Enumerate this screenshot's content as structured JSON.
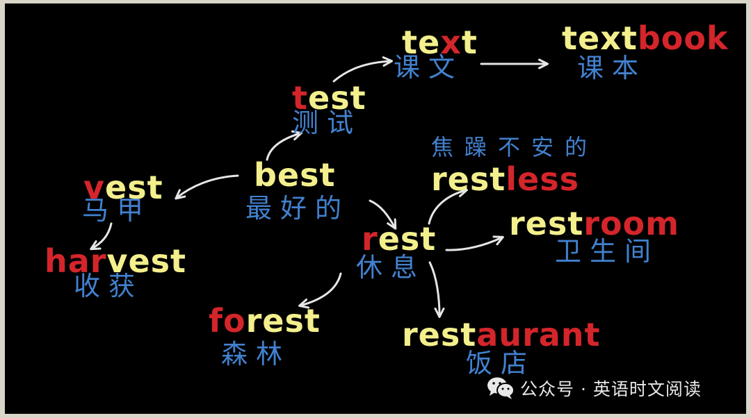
{
  "colors": {
    "frame": "#d9d5c9",
    "background": "#000000",
    "word_main": "#f3ef8c",
    "word_highlight": "#d4252b",
    "meaning": "#4281cf",
    "arrow": "#e6e6e6",
    "watermark": "#e8e8e8"
  },
  "nodes": {
    "text": {
      "parts": [
        {
          "text": "te",
          "highlight": false
        },
        {
          "text": "x",
          "highlight": true
        },
        {
          "text": "t",
          "highlight": false
        }
      ],
      "meaning": "课文"
    },
    "textbook": {
      "parts": [
        {
          "text": "text",
          "highlight": false
        },
        {
          "text": "book",
          "highlight": true
        }
      ],
      "meaning": "课本"
    },
    "test": {
      "parts": [
        {
          "text": "t",
          "highlight": true
        },
        {
          "text": "est",
          "highlight": false
        }
      ],
      "meaning": "测试"
    },
    "best": {
      "parts": [
        {
          "text": "best",
          "highlight": false
        }
      ],
      "meaning": "最好的"
    },
    "vest": {
      "parts": [
        {
          "text": "v",
          "highlight": true
        },
        {
          "text": "est",
          "highlight": false
        }
      ],
      "meaning": "马甲"
    },
    "harvest": {
      "parts": [
        {
          "text": "har",
          "highlight": true
        },
        {
          "text": "vest",
          "highlight": false
        }
      ],
      "meaning": "收获"
    },
    "restless": {
      "parts": [
        {
          "text": "rest",
          "highlight": false
        },
        {
          "text": "less",
          "highlight": true
        }
      ],
      "meaning": "焦躁不安的"
    },
    "rest": {
      "parts": [
        {
          "text": "r",
          "highlight": true
        },
        {
          "text": "est",
          "highlight": false
        }
      ],
      "meaning": "休息"
    },
    "restroom": {
      "parts": [
        {
          "text": "rest",
          "highlight": false
        },
        {
          "text": "room",
          "highlight": true
        }
      ],
      "meaning": "卫生间"
    },
    "forest": {
      "parts": [
        {
          "text": "fo",
          "highlight": true
        },
        {
          "text": "rest",
          "highlight": false
        }
      ],
      "meaning": "森林"
    },
    "restaurant": {
      "parts": [
        {
          "text": "rest",
          "highlight": false
        },
        {
          "text": "aurant",
          "highlight": true
        }
      ],
      "meaning": "饭店"
    }
  },
  "watermark": {
    "icon": "wechat-icon",
    "text": "公众号 · 英语时文阅读"
  }
}
